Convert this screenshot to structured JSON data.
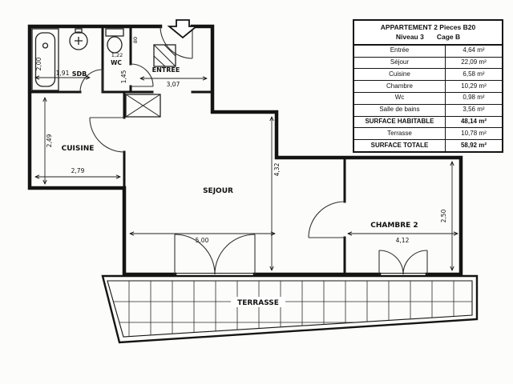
{
  "plan": {
    "rooms": {
      "sdb": "SDB",
      "wc": "WC",
      "entree": "ENTREE",
      "cuisine": "CUISINE",
      "sejour": "SEJOUR",
      "chambre2": "CHAMBRE 2",
      "terrasse": "TERRASSE"
    },
    "dimensions": {
      "sdb_h": "2,00",
      "sdb_w": "1,91",
      "wc_w": "1,22",
      "wc_d": "80",
      "entree_h": "1,45",
      "entree_w": "3,07",
      "cuisine_h": "2,49",
      "cuisine_w": "2,79",
      "sejour_h": "4,32",
      "sejour_w": "5,00",
      "chambre_w": "4,12",
      "chambre_h": "2,50"
    }
  },
  "info_table": {
    "title": "APPARTEMENT 2 Pieces B20",
    "level": "Niveau 3",
    "cage": "Cage B",
    "rows": [
      {
        "label": "Entrée",
        "value": "4,64 m²"
      },
      {
        "label": "Séjour",
        "value": "22,09 m²"
      },
      {
        "label": "Cuisine",
        "value": "6,58 m²"
      },
      {
        "label": "Chambre",
        "value": "10,29 m²"
      },
      {
        "label": "Wc",
        "value": "0,98 m²"
      },
      {
        "label": "Salle de bains",
        "value": "3,56 m²"
      },
      {
        "label": "SURFACE HABITABLE",
        "value": "48,14 m²"
      },
      {
        "label": "Terrasse",
        "value": "10,78 m²"
      },
      {
        "label": "SURFACE TOTALE",
        "value": "58,92 m²"
      }
    ]
  }
}
